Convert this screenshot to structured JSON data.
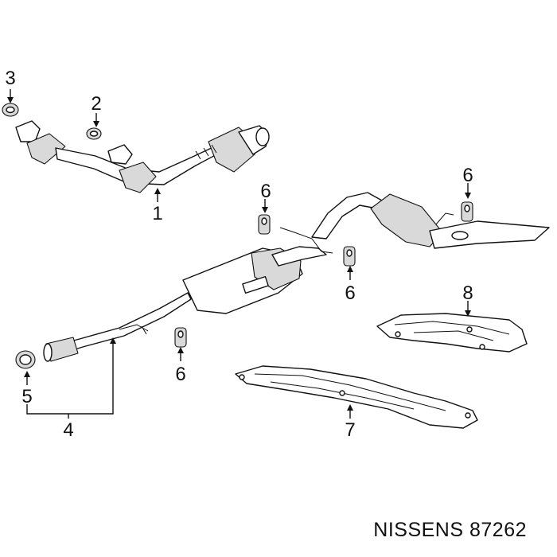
{
  "callouts": {
    "c1": "1",
    "c2": "2",
    "c3": "3",
    "c4": "4",
    "c5": "5",
    "c6a": "6",
    "c6b": "6",
    "c6c": "6",
    "c6d": "6",
    "c7": "7",
    "c8": "8"
  },
  "watermark": "NISSENS 87262",
  "colors": {
    "line": "#111111",
    "fill": "#ffffff",
    "shade": "#d9d9d9"
  }
}
